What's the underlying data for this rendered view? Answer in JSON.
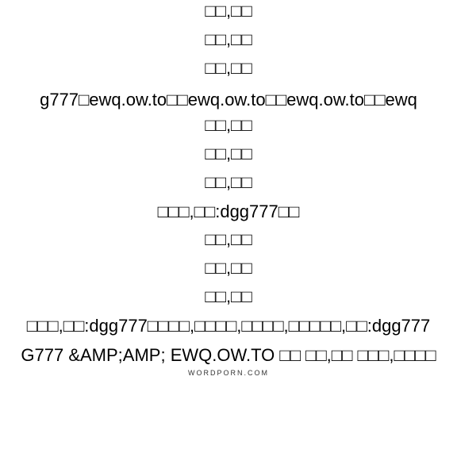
{
  "lines": [
    "□□,□□",
    "□□,□□",
    "□□,□□",
    "g777□ewq.ow.to□□ewq.ow.to□□ewq.ow.to□□ewq",
    "□□,□□",
    "□□,□□",
    "□□,□□",
    "□□□,□□:dgg777□□",
    "□□,□□",
    "□□,□□",
    "□□,□□",
    "□□□,□□:dgg777□□□□,□□□□,□□□□,□□□□□,□□:dgg777",
    "G777 &AMP;AMP; EWQ.OW.TO □□ □□,□□ □□□,□□□□"
  ],
  "credit": "WORDPORN.COM"
}
